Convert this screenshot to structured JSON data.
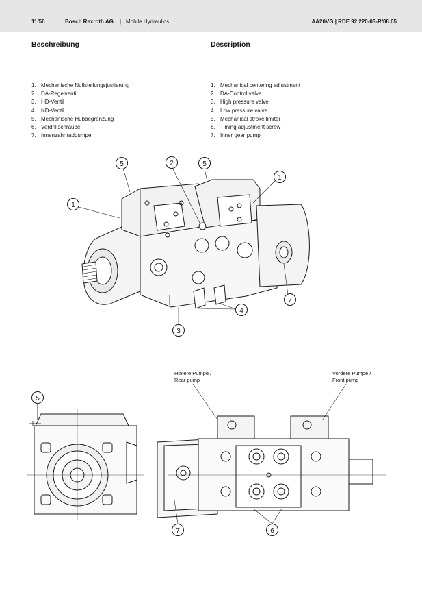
{
  "header": {
    "page": "11/56",
    "company": "Bosch Rexroth AG",
    "separator": "|",
    "division": "Mobile Hydraulics",
    "doc_id": "AA20VG  |  RDE 92 220-03-R/08.05"
  },
  "german": {
    "title": "Beschreibung",
    "items": [
      {
        "num": "1.",
        "text": "Mechanische  Nullstellungsjustierung"
      },
      {
        "num": "2.",
        "text": "DA-Regelventil"
      },
      {
        "num": "3.",
        "text": "HD-Ventil"
      },
      {
        "num": "4.",
        "text": "ND-Ventil"
      },
      {
        "num": "5.",
        "text": "Mechanische Hubbegrenzung"
      },
      {
        "num": "6.",
        "text": "Verdrillschraube"
      },
      {
        "num": "7.",
        "text": "Innenzahnradpumpe"
      }
    ]
  },
  "english": {
    "title": "Description",
    "items": [
      {
        "num": "1.",
        "text": "Mechanical centering adjustment"
      },
      {
        "num": "2.",
        "text": "DA-Control valve"
      },
      {
        "num": "3.",
        "text": "High pressure valve"
      },
      {
        "num": "4.",
        "text": "Low pressure valve"
      },
      {
        "num": "5.",
        "text": "Mechanical stroke limiter"
      },
      {
        "num": "6.",
        "text": "Timing adjustment screw"
      },
      {
        "num": "7.",
        "text": "Inner gear pump"
      }
    ]
  },
  "drawing_labels": {
    "rear_de": "Hintere Pumpe /",
    "rear_en": "Rear pump",
    "front_de": "Vordere Pumpe /",
    "front_en": "Front pump"
  },
  "callouts": {
    "iso": [
      "5",
      "2",
      "5",
      "1",
      "1",
      "7",
      "4",
      "3"
    ],
    "side": [
      "5"
    ],
    "top": [
      "7",
      "6"
    ]
  }
}
